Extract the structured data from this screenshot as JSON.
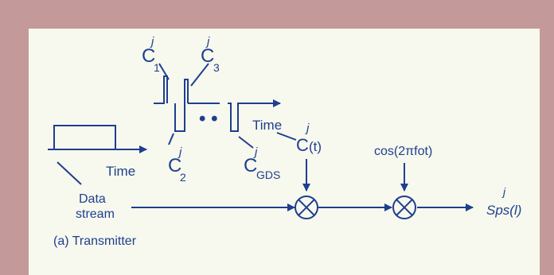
{
  "labels": {
    "c1": "C",
    "c1_sup": "j",
    "c1_sub": "1",
    "c3": "C",
    "c3_sup": "j",
    "c3_sub": "3",
    "c2": "C",
    "c2_sup": "j",
    "c2_sub": "2",
    "cgds": "C",
    "cgds_sup": "j",
    "cgds_sub": "GDS",
    "ct": "C",
    "ct_sup": "j",
    "ct_arg": "(t)",
    "time_left": "Time",
    "time_right": "Time",
    "data": "Data",
    "stream": "stream",
    "cos": "cos(2πfot)",
    "sds_sup": "j",
    "sds": "Sps(l)",
    "dots": "• •",
    "caption": "(a) Transmitter"
  },
  "colors": {
    "ink": "#1e3f8f",
    "panel": "#f7f8ee",
    "frame": "#c39a99"
  }
}
